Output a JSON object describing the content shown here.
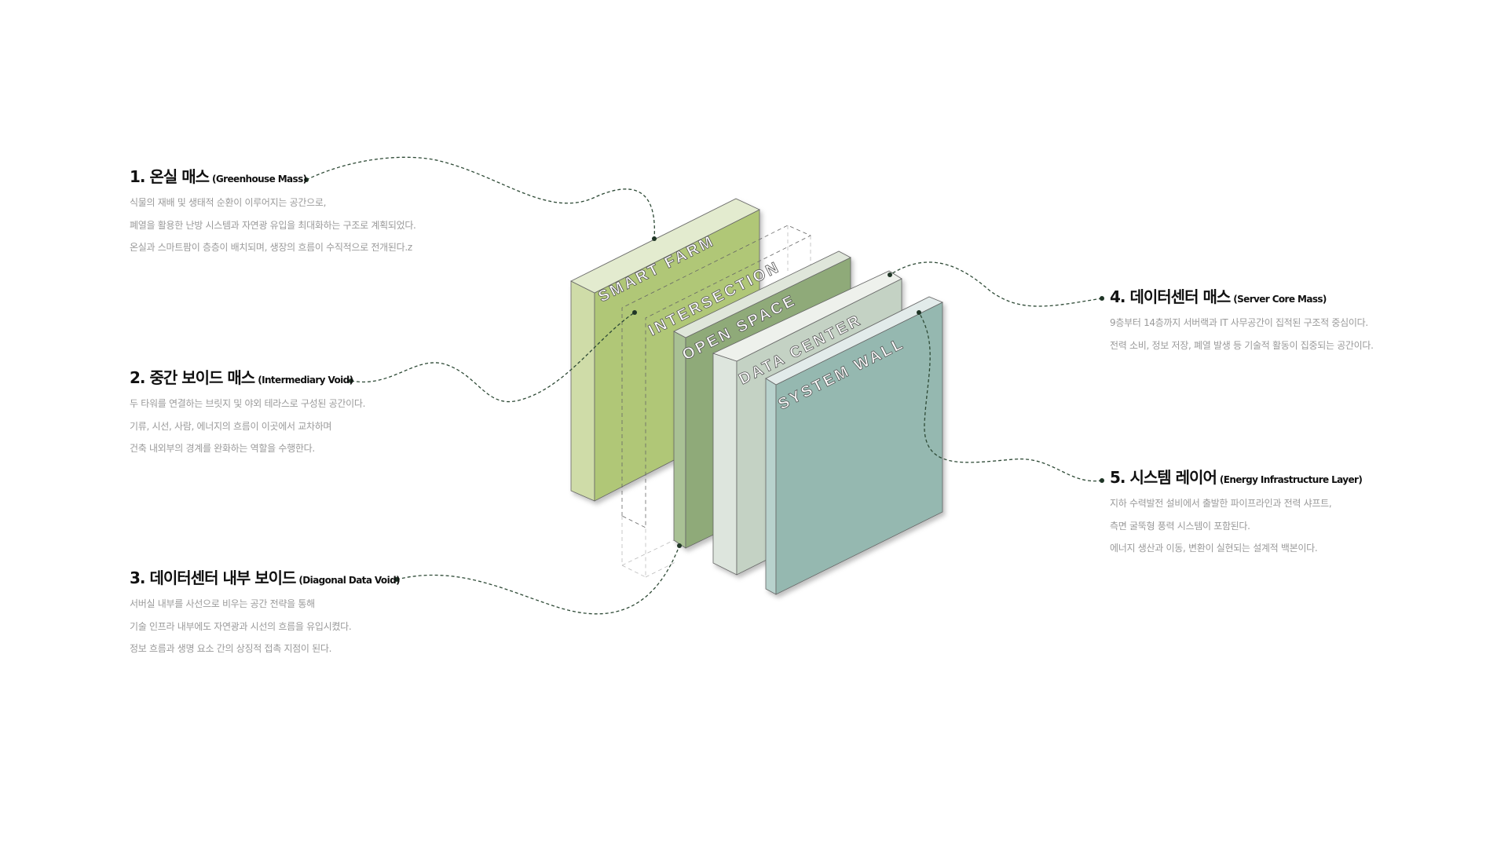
{
  "items": [
    {
      "title": "1. 온실 매스",
      "en": "(Greenhouse Mass)",
      "lines": [
        "식물의 재배 및 생태적 순환이 이루어지는 공간으로,",
        "폐열을 활용한 난방 시스템과 자연광 유입을 최대화하는 구조로 계획되었다.",
        "온실과 스마트팜이 층층이 배치되며, 생장의 흐름이 수직적으로 전개된다.z"
      ]
    },
    {
      "title": "2. 중간 보이드 매스",
      "en": "(Intermediary Void)",
      "lines": [
        "두 타워를 연결하는 브릿지 및 야외 테라스로 구성된 공간이다.",
        "기류, 시선, 사람, 에너지의 흐름이 이곳에서 교차하며",
        "건축 내외부의 경계를 완화하는 역할을 수행한다."
      ]
    },
    {
      "title": "3. 데이터센터 내부 보이드",
      "en": "(Diagonal Data Void)",
      "lines": [
        "서버실 내부를 사선으로 비우는 공간 전략을 통해",
        "기술 인프라 내부에도 자연광과 시선의 흐름을 유입시켰다.",
        "정보 흐름과 생명 요소 간의 상징적 접촉 지점이 된다."
      ]
    },
    {
      "title": "4. 데이터센터 매스",
      "en": "(Server Core Mass)",
      "lines": [
        "9층부터 14층까지 서버랙과 IT 사무공간이 집적된 구조적 중심이다.",
        "전력 소비, 정보 저장, 폐열 발생 등 기술적 활동이 집중되는 공간이다."
      ]
    },
    {
      "title": "5. 시스템 레이어",
      "en": "(Energy Infrastructure Layer)",
      "lines": [
        "지하 수력발전 설비에서 출발한 파이프라인과 전력 샤프트,",
        "측면 굴뚝형 풍력 시스템이 포함된다.",
        "에너지 생산과 이동, 변환이 실현되는 설계적 백본이다."
      ]
    }
  ],
  "panels": {
    "smart_farm": "SMART FARM",
    "intersection": "INTERSECTION",
    "open_space": "OPEN SPACE",
    "data_center": "DATA CENTER",
    "system_wall": "SYSTEM WALL"
  },
  "colors": {
    "smart_farm": "#b0c777",
    "open_space": "#8faa79",
    "data_center": "#c4d2c4",
    "system_wall": "#95b8b0",
    "leader": "#2e4a36"
  }
}
